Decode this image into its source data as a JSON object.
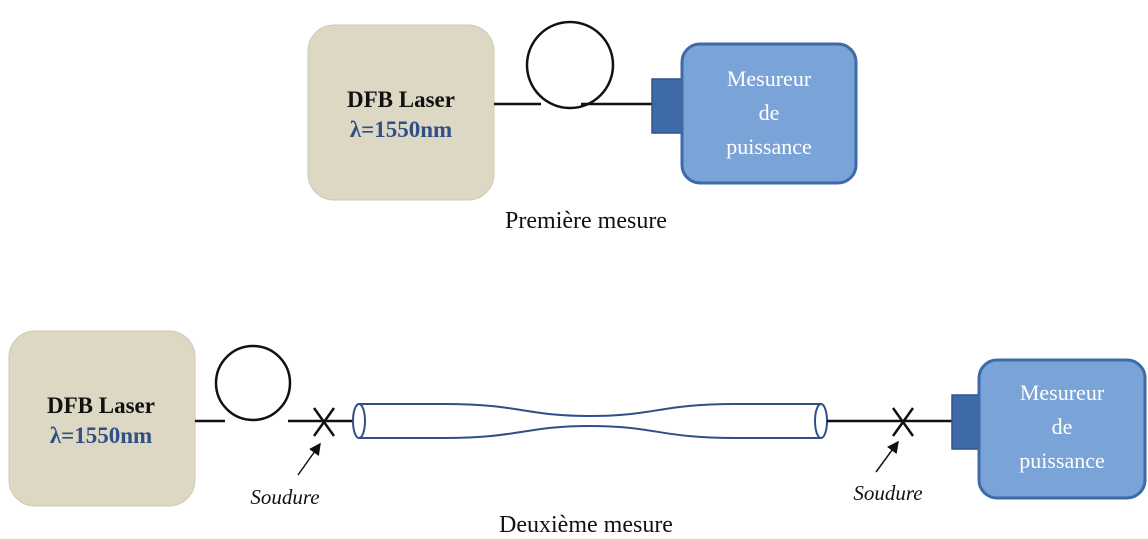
{
  "colors": {
    "laser_fill": "#ddd8c4",
    "meter_fill": "#7aa3d8",
    "meter_stroke": "#3f6aa8",
    "connector_fill": "#3f6aa8",
    "fiber": "#111111",
    "wavelength_text": "#2f4f86"
  },
  "setup1": {
    "laser": {
      "title": "DFB Laser",
      "wavelength": "λ=1550nm"
    },
    "meter": {
      "line1": "Mesureur",
      "line2": "de",
      "line3": "puissance"
    },
    "caption": "Première mesure"
  },
  "setup2": {
    "laser": {
      "title": "DFB Laser",
      "wavelength": "λ=1550nm"
    },
    "meter": {
      "line1": "Mesureur",
      "line2": "de",
      "line3": "puissance"
    },
    "weld_left_label": "Soudure",
    "weld_right_label": "Soudure",
    "caption": "Deuxième mesure"
  }
}
